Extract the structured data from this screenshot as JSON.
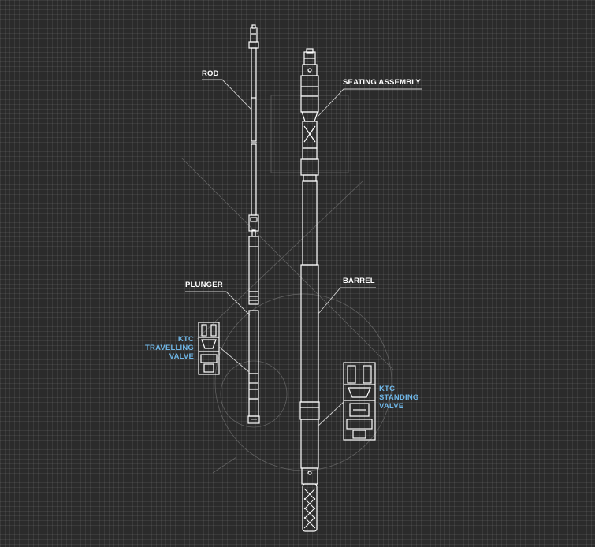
{
  "labels": {
    "rod": "ROD",
    "seating_assembly": "SEATING ASSEMBLY",
    "plunger": "PLUNGER",
    "barrel": "BARREL",
    "travelling_valve": {
      "line1": "KTC",
      "line2": "TRAVELLING",
      "line3": "VALVE"
    },
    "standing_valve": {
      "line1": "KTC",
      "line2": "STANDING",
      "line3": "VALVE"
    }
  },
  "colors": {
    "background": "#2b2b2b",
    "line": "#ffffff",
    "accent": "#6fb6e6",
    "guide": "#8a8a8a"
  }
}
